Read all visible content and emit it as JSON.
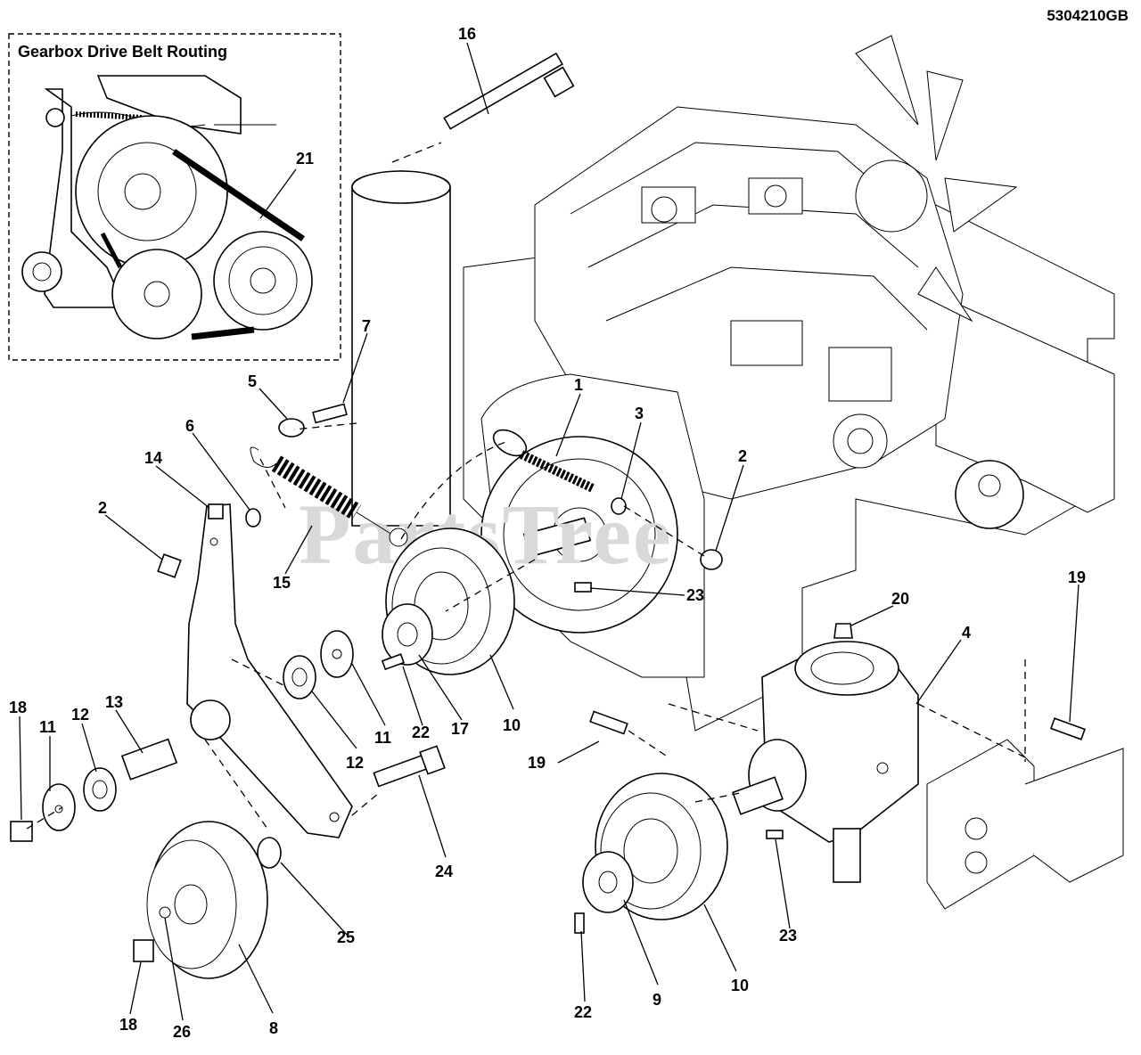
{
  "document_id": "5304210GB",
  "inset": {
    "title": "Gearbox Drive Belt Routing",
    "callout": "21"
  },
  "watermark": "PartsTree",
  "callouts": [
    {
      "id": "c1",
      "label": "1"
    },
    {
      "id": "c2a",
      "label": "2"
    },
    {
      "id": "c2b",
      "label": "2"
    },
    {
      "id": "c3",
      "label": "3"
    },
    {
      "id": "c4",
      "label": "4"
    },
    {
      "id": "c5",
      "label": "5"
    },
    {
      "id": "c6",
      "label": "6"
    },
    {
      "id": "c7",
      "label": "7"
    },
    {
      "id": "c8",
      "label": "8"
    },
    {
      "id": "c9",
      "label": "9"
    },
    {
      "id": "c10a",
      "label": "10"
    },
    {
      "id": "c10b",
      "label": "10"
    },
    {
      "id": "c11a",
      "label": "11"
    },
    {
      "id": "c11b",
      "label": "11"
    },
    {
      "id": "c12a",
      "label": "12"
    },
    {
      "id": "c12b",
      "label": "12"
    },
    {
      "id": "c13",
      "label": "13"
    },
    {
      "id": "c14",
      "label": "14"
    },
    {
      "id": "c15",
      "label": "15"
    },
    {
      "id": "c16",
      "label": "16"
    },
    {
      "id": "c17",
      "label": "17"
    },
    {
      "id": "c18a",
      "label": "18"
    },
    {
      "id": "c18b",
      "label": "18"
    },
    {
      "id": "c19a",
      "label": "19"
    },
    {
      "id": "c19b",
      "label": "19"
    },
    {
      "id": "c20",
      "label": "20"
    },
    {
      "id": "c22a",
      "label": "22"
    },
    {
      "id": "c22b",
      "label": "22"
    },
    {
      "id": "c23a",
      "label": "23"
    },
    {
      "id": "c23b",
      "label": "23"
    },
    {
      "id": "c24",
      "label": "24"
    },
    {
      "id": "c25",
      "label": "25"
    },
    {
      "id": "c26",
      "label": "26"
    }
  ]
}
